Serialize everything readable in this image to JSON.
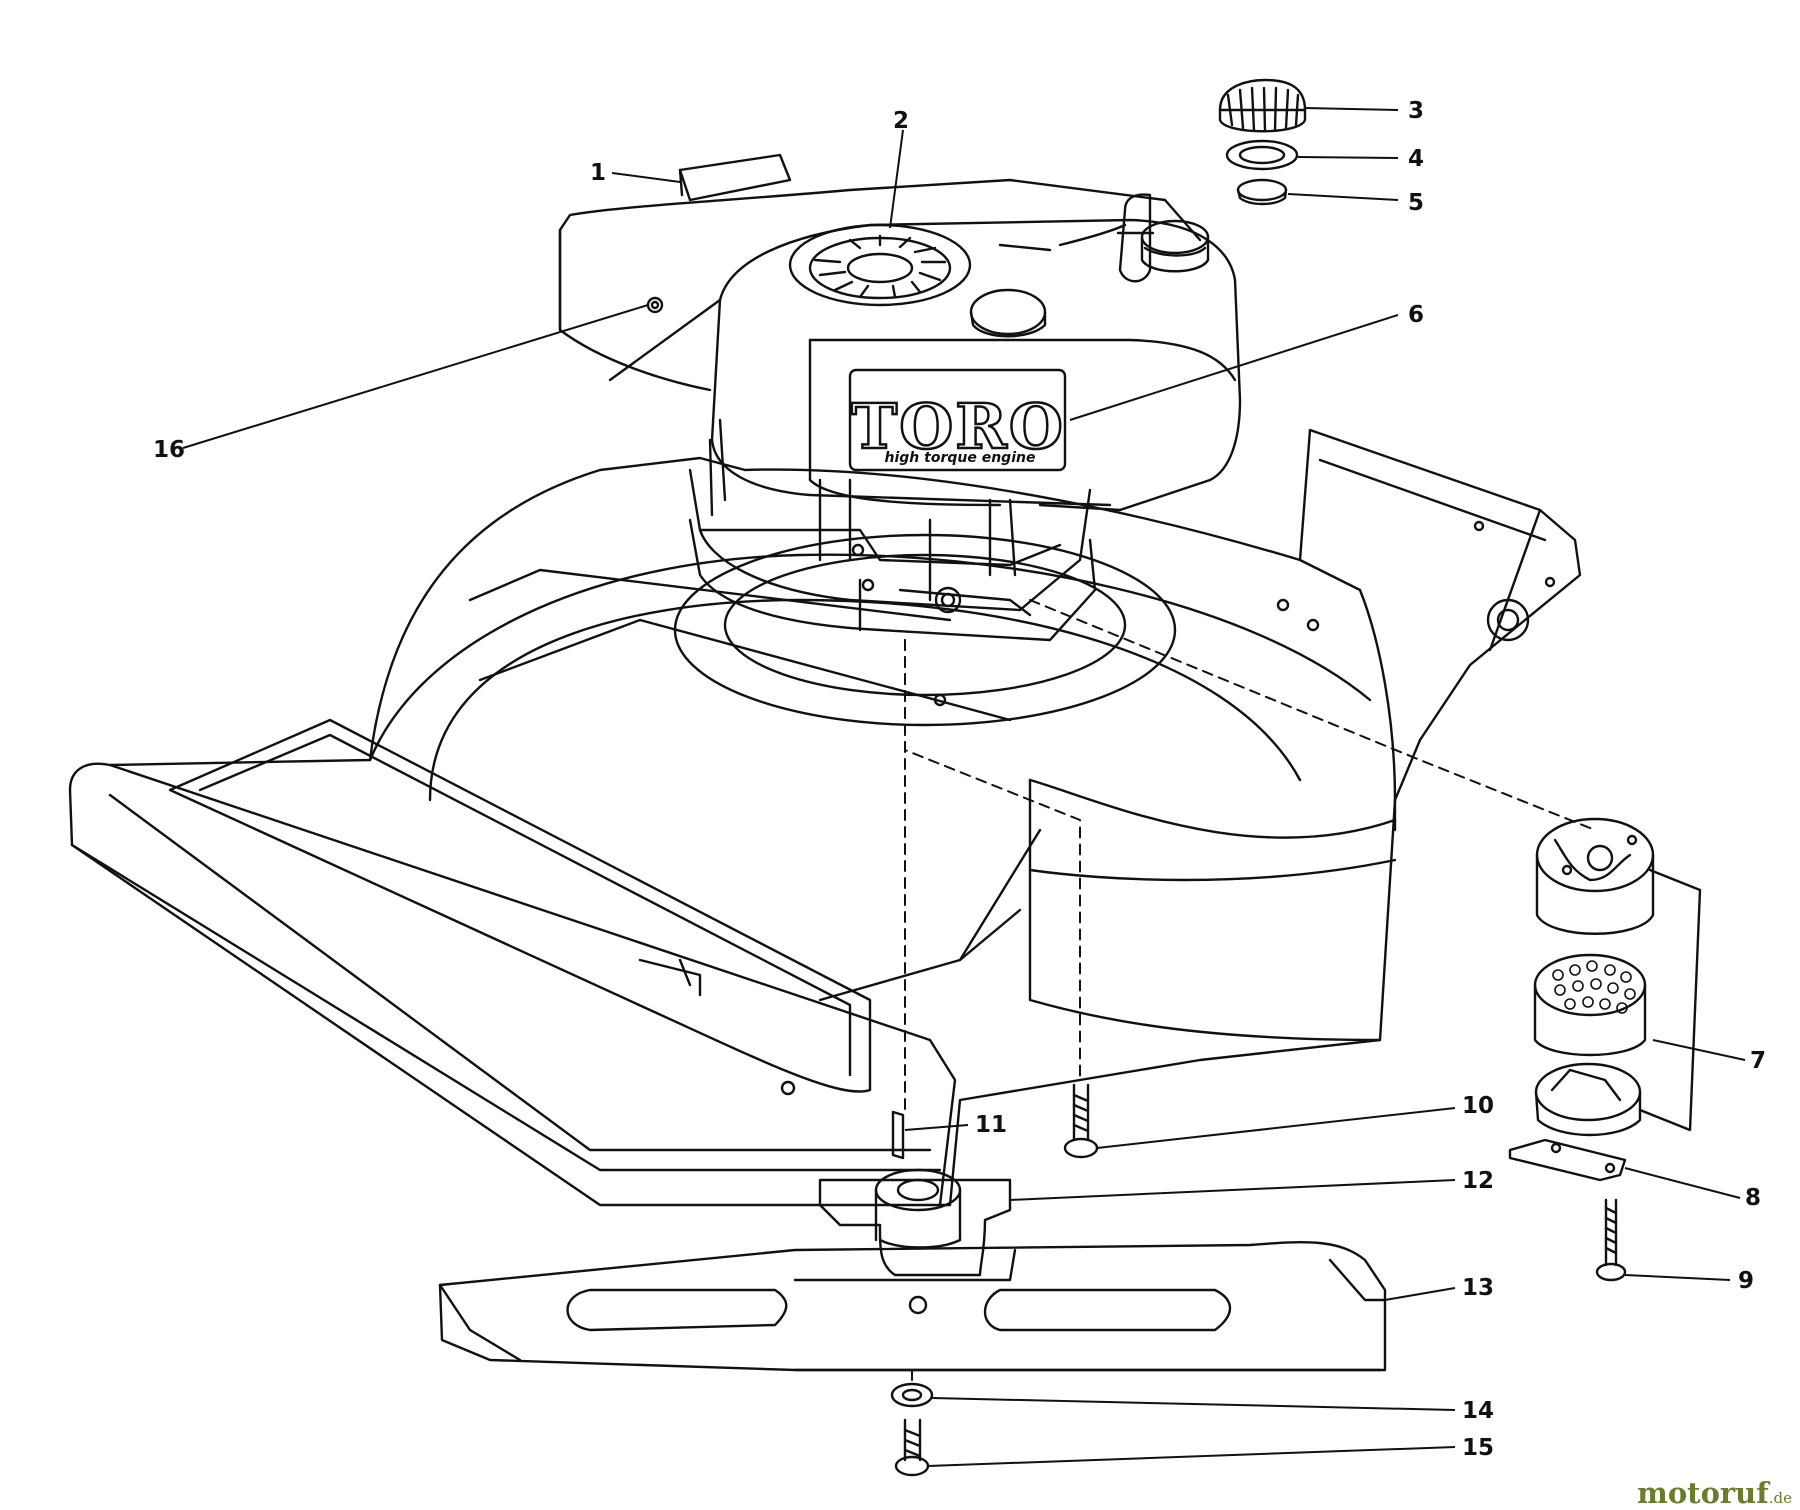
{
  "logo": {
    "main": "TORO",
    "sub": "high torque engine"
  },
  "watermark": {
    "name": "motoruf",
    "tld": ".de"
  },
  "callouts": [
    "1",
    "2",
    "3",
    "4",
    "5",
    "6",
    "7",
    "8",
    "9",
    "10",
    "11",
    "12",
    "13",
    "14",
    "15",
    "16"
  ],
  "colors": {
    "line": "#111111",
    "background": "#ffffff",
    "watermark": "#6a7d2a"
  }
}
